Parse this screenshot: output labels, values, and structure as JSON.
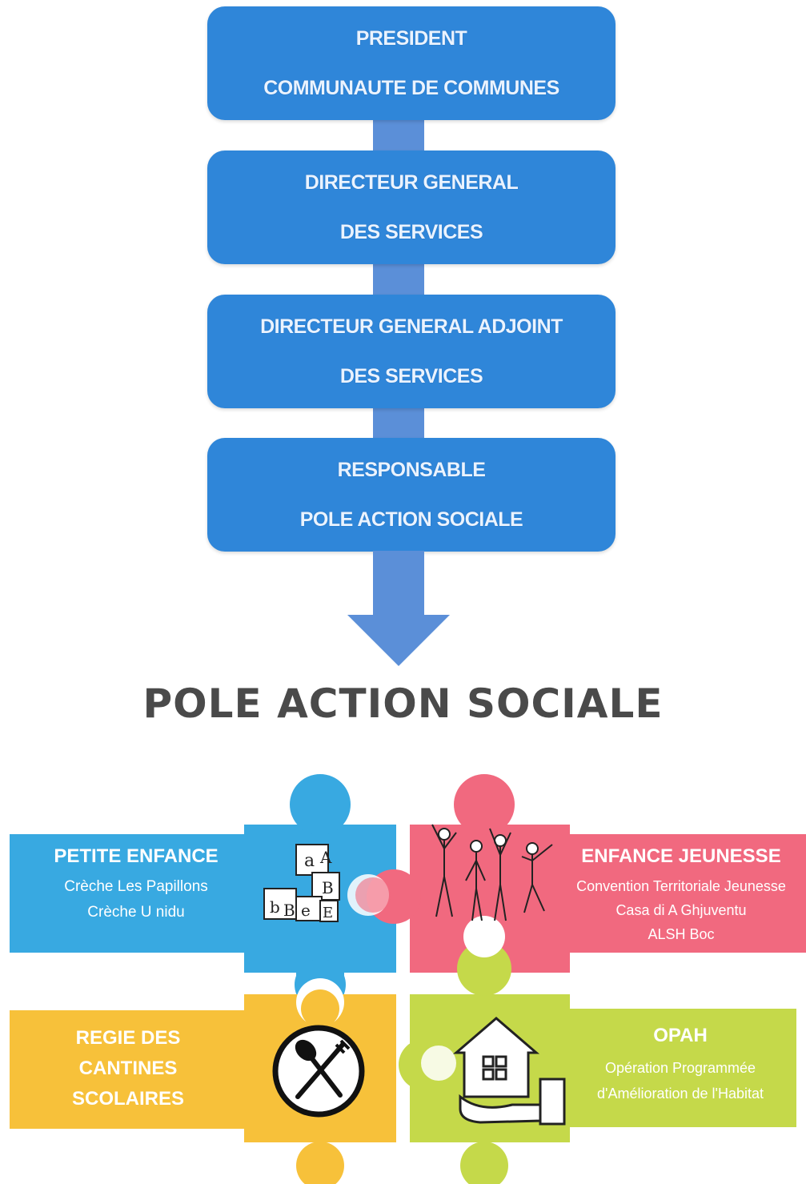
{
  "org_chart": {
    "boxes": [
      {
        "line1": "PRESIDENT",
        "line2": "COMMUNAUTE DE COMMUNES"
      },
      {
        "line1": "DIRECTEUR GENERAL",
        "line2": "DES SERVICES"
      },
      {
        "line1": "DIRECTEUR GENERAL ADJOINT",
        "line2": "DES SERVICES"
      },
      {
        "line1": "RESPONSABLE",
        "line2": "POLE ACTION SOCIALE"
      }
    ],
    "box_color": "#2f86d9",
    "arrow_color": "#5b8fd8"
  },
  "title": "POLE ACTION SOCIALE",
  "puzzle": {
    "petite_enfance": {
      "title": "PETITE ENFANCE",
      "items": [
        "Crèche Les Papillons",
        "Crèche U nidu"
      ],
      "color": "#38a9e1",
      "icon": "abc-blocks-icon"
    },
    "enfance_jeunesse": {
      "title": "ENFANCE JEUNESSE",
      "items": [
        "Convention Territoriale Jeunesse",
        "Casa di A Ghjuventu",
        "ALSH Boc"
      ],
      "color": "#f1697f",
      "icon": "youth-group-icon"
    },
    "regie_cantines": {
      "title_lines": [
        "REGIE DES",
        "CANTINES",
        "SCOLAIRES"
      ],
      "color": "#f7c13a",
      "icon": "spoon-fork-icon"
    },
    "opah": {
      "title": "OPAH",
      "items": [
        "Opération Programmée",
        "d'Amélioration de l'Habitat"
      ],
      "color": "#c5d94a",
      "icon": "house-in-hand-icon"
    }
  }
}
